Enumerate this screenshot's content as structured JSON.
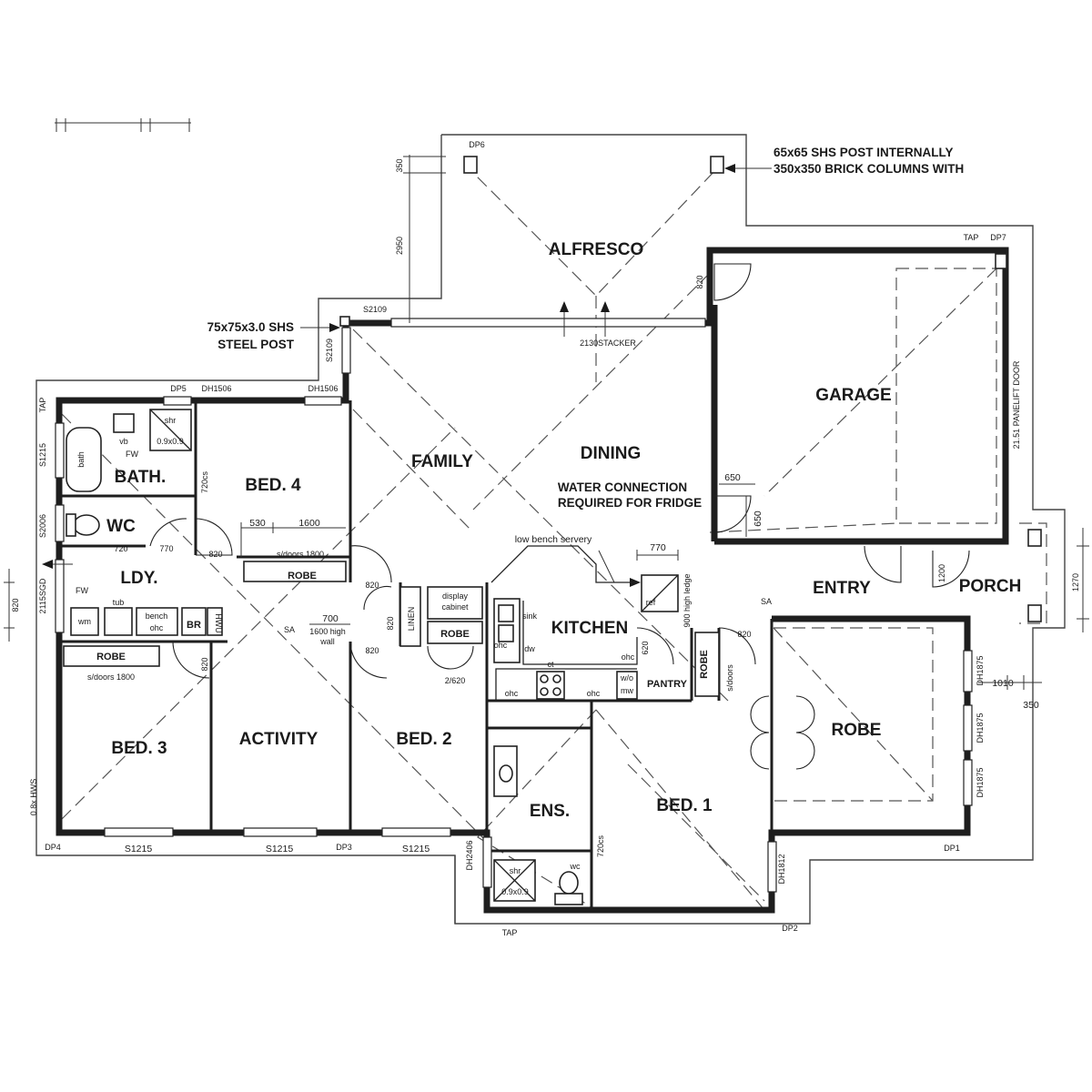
{
  "rooms": {
    "alfresco": "ALFRESCO",
    "garage": "GARAGE",
    "family": "FAMILY",
    "dining": "DINING",
    "bath": "BATH.",
    "bed4": "BED. 4",
    "wc": "WC",
    "ldy": "LDY.",
    "kitchen": "KITCHEN",
    "entry": "ENTRY",
    "porch": "PORCH",
    "robe_master": "ROBE",
    "bed3": "BED. 3",
    "activity": "ACTIVITY",
    "bed2": "BED. 2",
    "ens": "ENS.",
    "bed1": "BED. 1"
  },
  "notes": {
    "post_line1": "65x65 SHS POST INTERNALLY",
    "post_line2": "350x350 BRICK COLUMNS WITH",
    "steel_line1": "75x75x3.0 SHS",
    "steel_line2": "STEEL POST",
    "water_line1": "WATER CONNECTION",
    "water_line2": "REQUIRED FOR FRIDGE",
    "low_bench": "low bench servery",
    "stacker": "2130STACKER"
  },
  "fixtures": {
    "robe": "ROBE",
    "robe_kitchen": "ROBE",
    "robe_bed3": "ROBE",
    "robe_pantry": "ROBE",
    "sdoors_bed4": "s/doors 1800",
    "sdoors_bed3": "s/doors 1800",
    "sdoors_pantry": "s/doors",
    "linen": "LINEN",
    "display1": "display",
    "display2": "cabinet",
    "pantry": "PANTRY",
    "br": "BR",
    "hwu": "HWU",
    "bench1": "bench",
    "bench2": "ohc",
    "tub": "tub",
    "wm": "wm",
    "fw": "FW",
    "fw2": "FW",
    "vb": "vb",
    "shr": "shr",
    "shr_size": "0.9x0.9",
    "bath": "bath",
    "sink": "sink",
    "dw": "dw",
    "ct": "ct",
    "ohc1": "ohc",
    "ohc2": "ohc",
    "ohc3": "ohc",
    "ohc4": "ohc",
    "ref": "ref",
    "wo": "w/o",
    "mw": "mw",
    "high_ledge": "900 high ledge",
    "high_wall1": "1600 high",
    "high_wall2": "wall",
    "ens_shr": "shr",
    "ens_shr_size": "0.9x0.9",
    "ens_wc": "wc",
    "sa1": "SA",
    "sa2": "SA",
    "garage_door": "21.51 PANELIFT DOOR"
  },
  "dims": {
    "d350": "350",
    "d2950": "2950",
    "d820g": "820",
    "s2109": "S2109",
    "s2109v": "S2109",
    "dp6": "DP6",
    "dp7": "DP7",
    "tap1": "TAP",
    "tap2": "TAP",
    "dp5": "DP5",
    "dh1506a": "DH1506",
    "dh1506b": "DH1506",
    "s1215a": "S1215",
    "s2006": "S2006",
    "d2115": "2115SGD",
    "d720cs": "720cs",
    "d530": "530",
    "d1600": "1600",
    "d720": "720",
    "d770a": "770",
    "d820a": "820",
    "d820b": "820",
    "d820c": "820",
    "d820d": "820",
    "d820e": "820",
    "d820f": "820",
    "d700": "700",
    "d2620": "2/620",
    "d770b": "770",
    "d620": "620",
    "d650a": "650",
    "d650b": "650",
    "d1200": "1200",
    "d1270": "1270",
    "dh1875a": "DH1875",
    "dh1875b": "DH1875",
    "dh1875c": "DH1875",
    "d1010": "1010",
    "d350b": "350",
    "dp4": "DP4",
    "s1215b": "S1215",
    "s1215c": "S1215",
    "dp3": "DP3",
    "s1215d": "S1215",
    "dp1": "DP1",
    "dh2406": "DH2406",
    "dh1812": "DH1812",
    "dp2": "DP2",
    "d720cs2": "720cs",
    "hws": "0.8x HWS",
    "d820h": "820"
  }
}
